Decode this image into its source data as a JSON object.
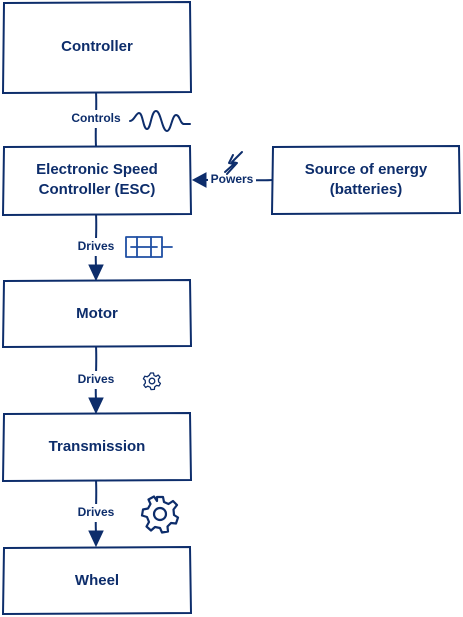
{
  "nodes": {
    "controller": "Controller",
    "esc_line1": "Electronic Speed",
    "esc_line2": "Controller (ESC)",
    "energy_line1": "Source of energy",
    "energy_line2": "(batteries)",
    "motor": "Motor",
    "transmission": "Transmission",
    "wheel": "Wheel"
  },
  "edges": {
    "controls": "Controls",
    "powers": "Powers",
    "drives_esc_motor": "Drives",
    "drives_motor_transmission": "Drives",
    "drives_transmission_wheel": "Drives"
  },
  "icons": {
    "controls": "signal-wave-icon",
    "powers": "lightning-icon",
    "drives_esc_motor": "motor-icon",
    "drives_motor_transmission": "small-gear-icon",
    "drives_transmission_wheel": "large-gear-icon"
  },
  "colors": {
    "stroke": "#0d2d6b",
    "icon": "#1f4fa3"
  }
}
